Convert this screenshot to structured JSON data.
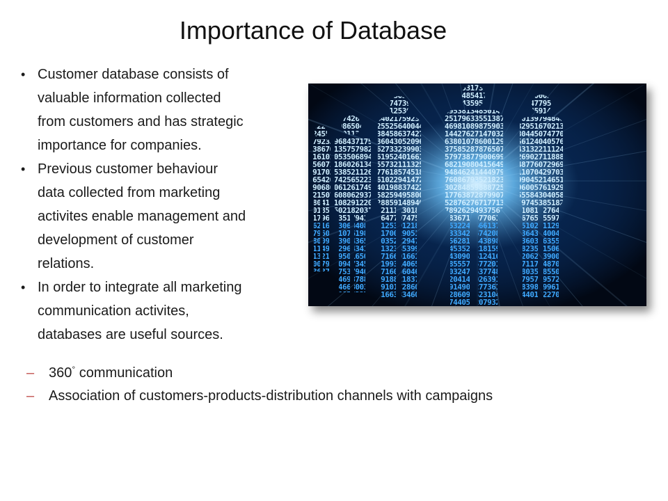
{
  "slide": {
    "title": "Importance of Database",
    "bullets": [
      {
        "lines": [
          "Customer database consists of",
          "valuable information collected",
          "from customers and has strategic",
          "importance for companies."
        ]
      },
      {
        "lines": [
          "Previous customer behaviour",
          "data collected from marketing",
          "activites enable management and",
          "development of customer",
          "relations."
        ]
      },
      {
        "lines": [
          "In order to integrate all marketing",
          "communication activites,",
          "databases are useful sources."
        ]
      }
    ],
    "sub_bullets": [
      {
        "text_before": "360",
        "degree": "°",
        "text_after": " communication"
      },
      {
        "text_before": "Association of customers-products-distribution channels with campaigns",
        "degree": "",
        "text_after": ""
      }
    ],
    "bullet_glyph": "•",
    "dash_glyph": "–",
    "image": {
      "subject": "silhouettes of people made of glowing blue digits",
      "accent_color": "#3fa9ff",
      "background_color": "#020814"
    }
  }
}
